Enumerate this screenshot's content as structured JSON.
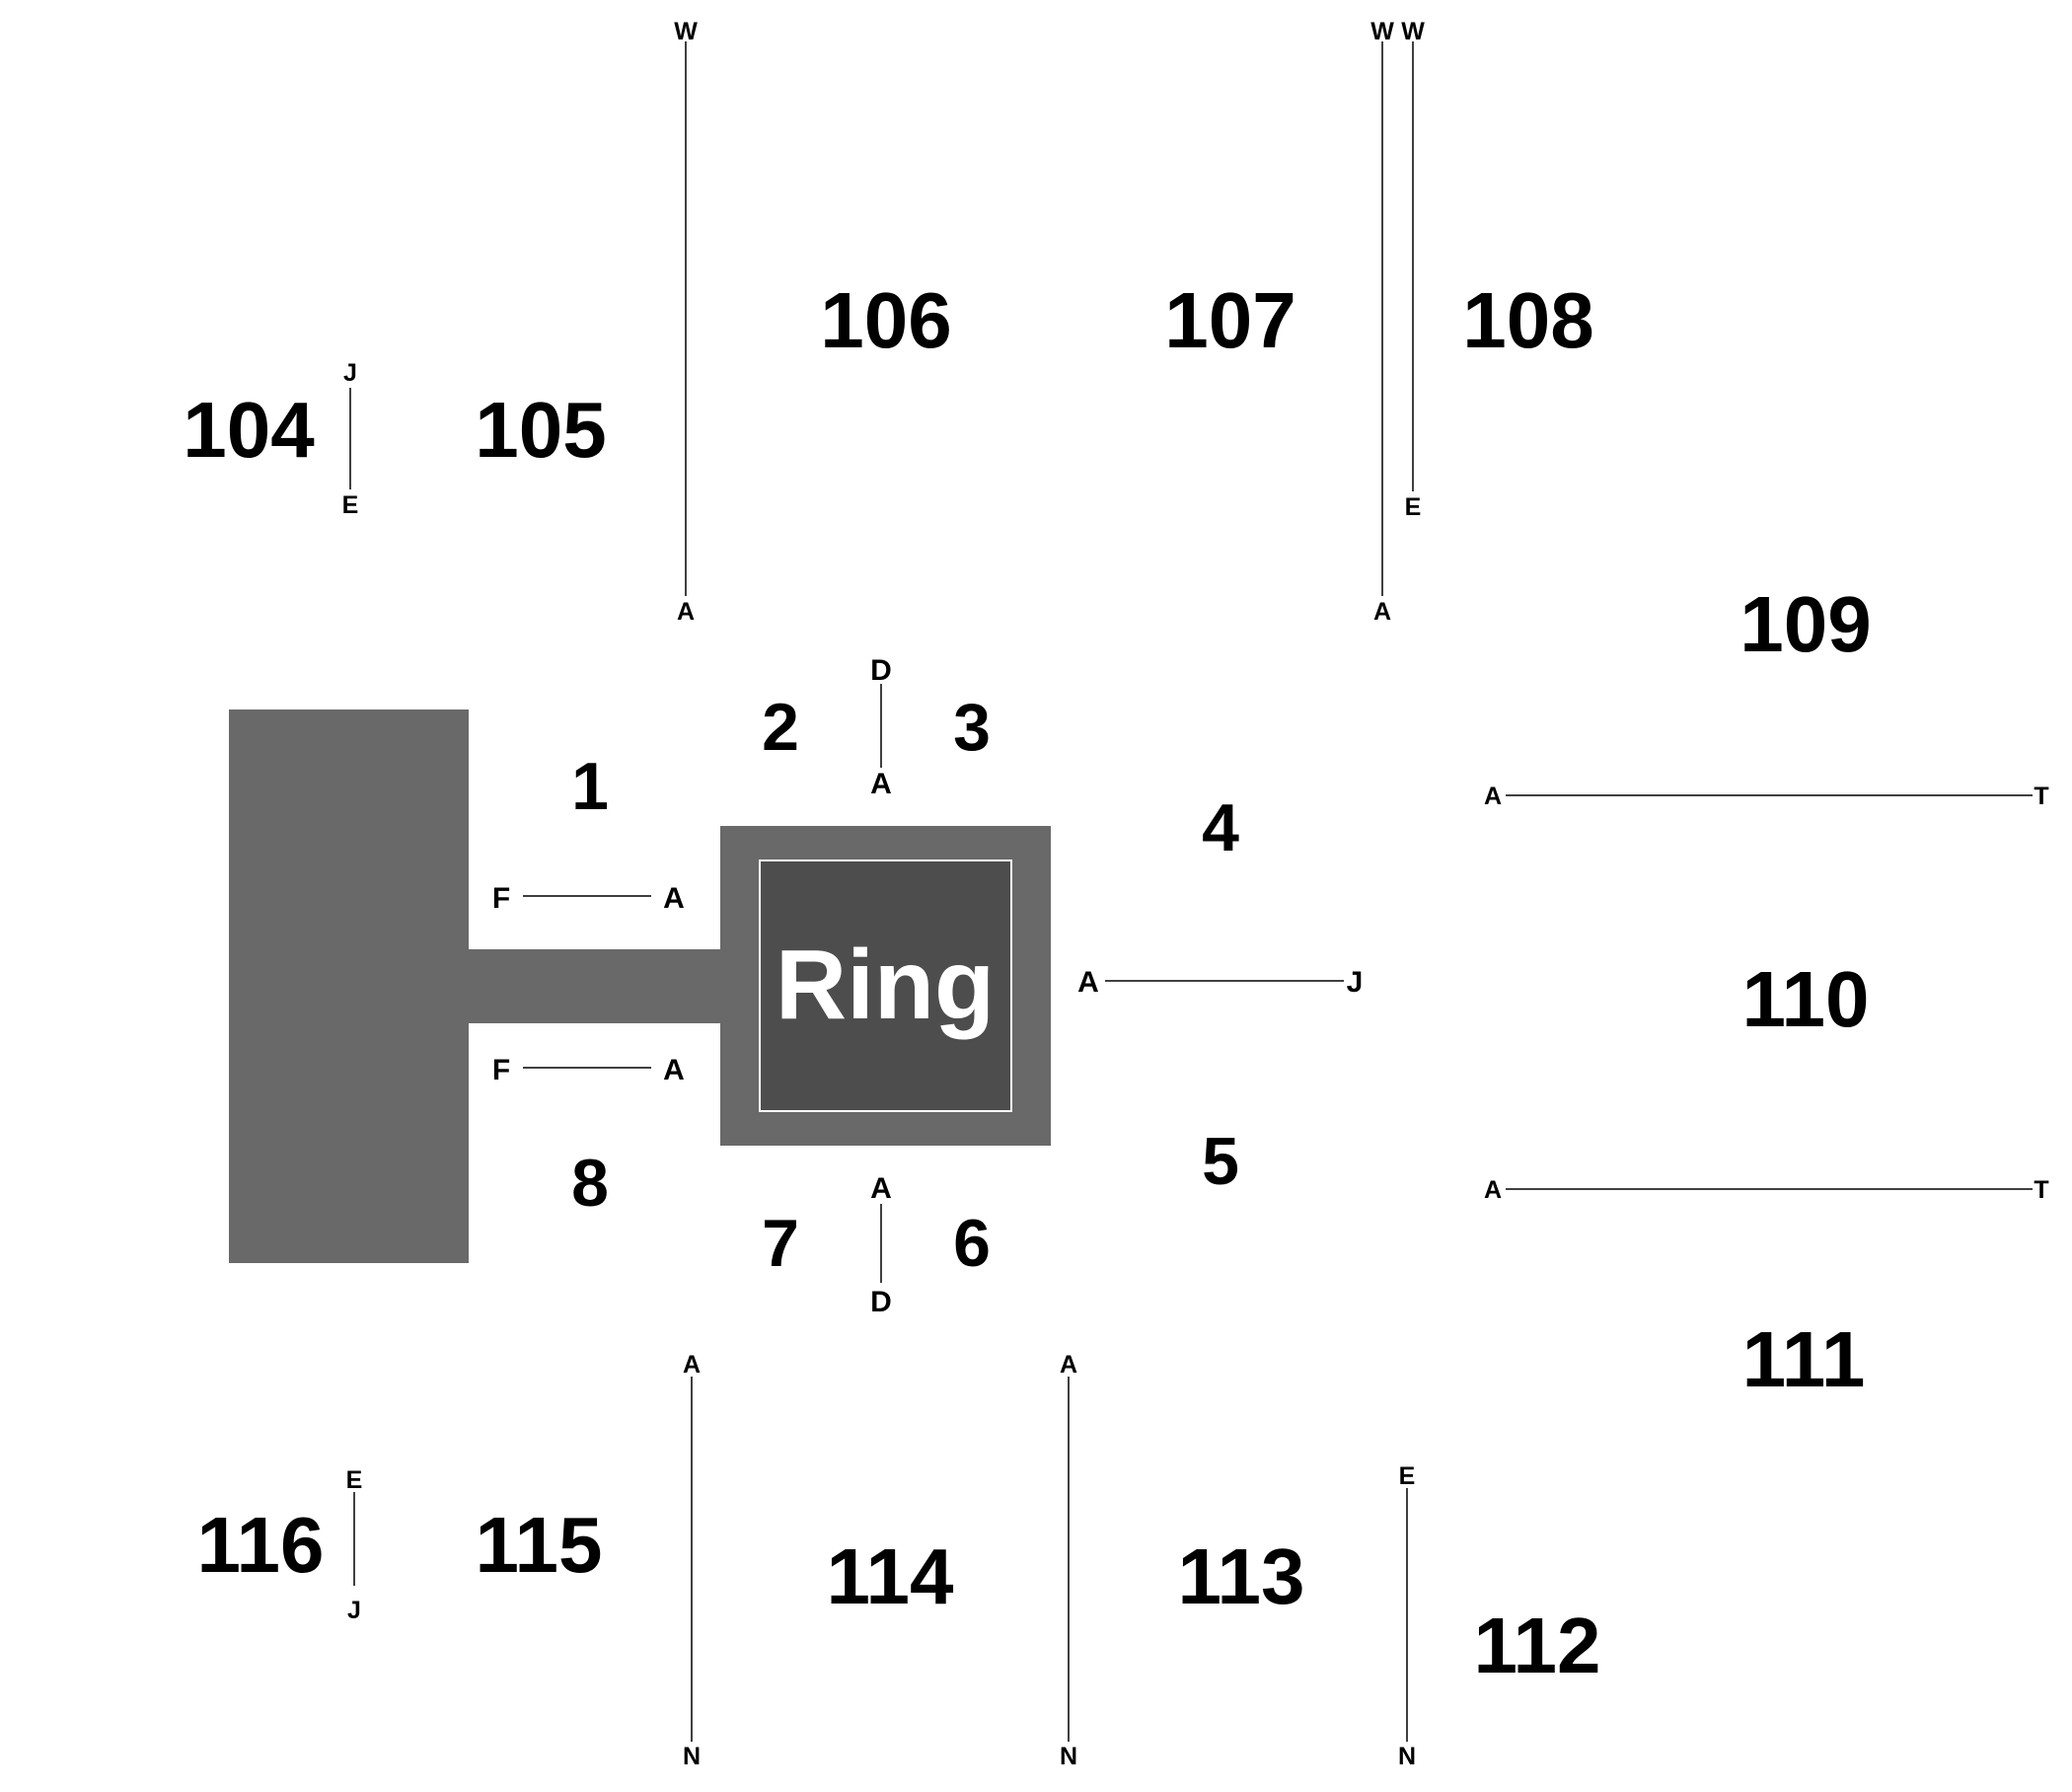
{
  "venue": {
    "colors": {
      "background": "#ffffff",
      "stage": "#696969",
      "ring_outer": "#696969",
      "ring_inner": "#4d4d4d",
      "ring_border": "#ffffff",
      "text": "#000000",
      "ring_text": "#ffffff"
    },
    "ring_label": "Ring",
    "sections": {
      "s104": "104",
      "s105": "105",
      "s106": "106",
      "s107": "107",
      "s108": "108",
      "s109": "109",
      "s110": "110",
      "s111": "111",
      "s112": "112",
      "s113": "113",
      "s114": "114",
      "s115": "115",
      "s116": "116",
      "f1": "1",
      "f2": "2",
      "f3": "3",
      "f4": "4",
      "f5": "5",
      "f6": "6",
      "f7": "7",
      "f8": "8"
    },
    "row_markers": {
      "w_105_106": [
        "W",
        "A"
      ],
      "w_107_108a": [
        "W",
        "A"
      ],
      "w_107_108b": [
        "W",
        "E"
      ],
      "j_104_105": [
        "J",
        "E"
      ],
      "d_2_3": [
        "D",
        "A"
      ],
      "f_1": [
        "F",
        "A"
      ],
      "f_8": [
        "F",
        "A"
      ],
      "a_4_5": [
        "A",
        "J"
      ],
      "t_109_110": [
        "A",
        "T"
      ],
      "t_110_111": [
        "A",
        "T"
      ],
      "d_7_6": [
        "A",
        "D"
      ],
      "n_115_114": [
        "A",
        "N"
      ],
      "n_114_113": [
        "A",
        "N"
      ],
      "n_113_112": [
        "E",
        "N"
      ],
      "j_116_115": [
        "E",
        "J"
      ]
    }
  }
}
